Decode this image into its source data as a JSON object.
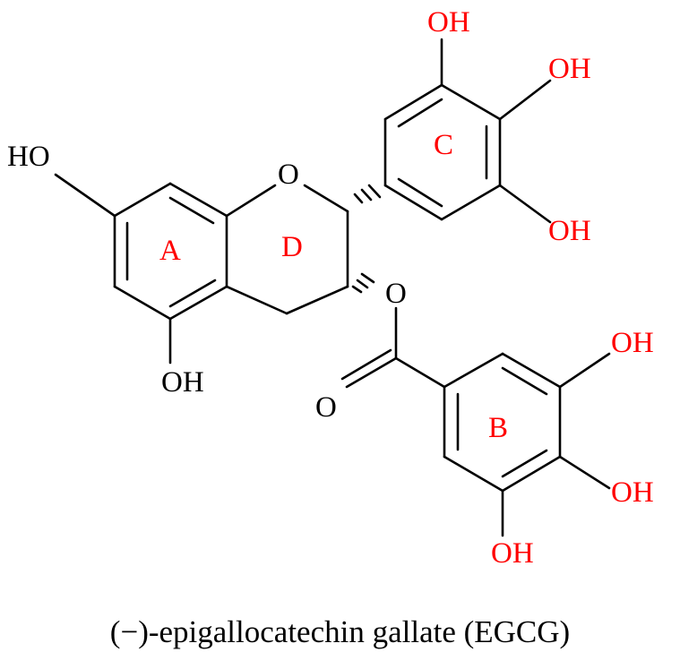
{
  "figure": {
    "caption": "(−)-epigallocatechin gallate (EGCG)",
    "colors": {
      "bond": "#000000",
      "hetero_atom": "#000000",
      "highlight": "#ff0000"
    },
    "ring_labels": {
      "a": "A",
      "b": "B",
      "c": "C",
      "d": "D"
    },
    "atoms": {
      "ho_a7": "HO",
      "oh_a5": "OH",
      "o_ring": "O",
      "o_ester": "O",
      "o_carbonyl": "O",
      "oh_c_top": "OH",
      "oh_c_mid": "OH",
      "oh_c_bottom": "OH",
      "oh_b_top": "OH",
      "oh_b_mid": "OH",
      "oh_b_bottom": "OH"
    }
  }
}
